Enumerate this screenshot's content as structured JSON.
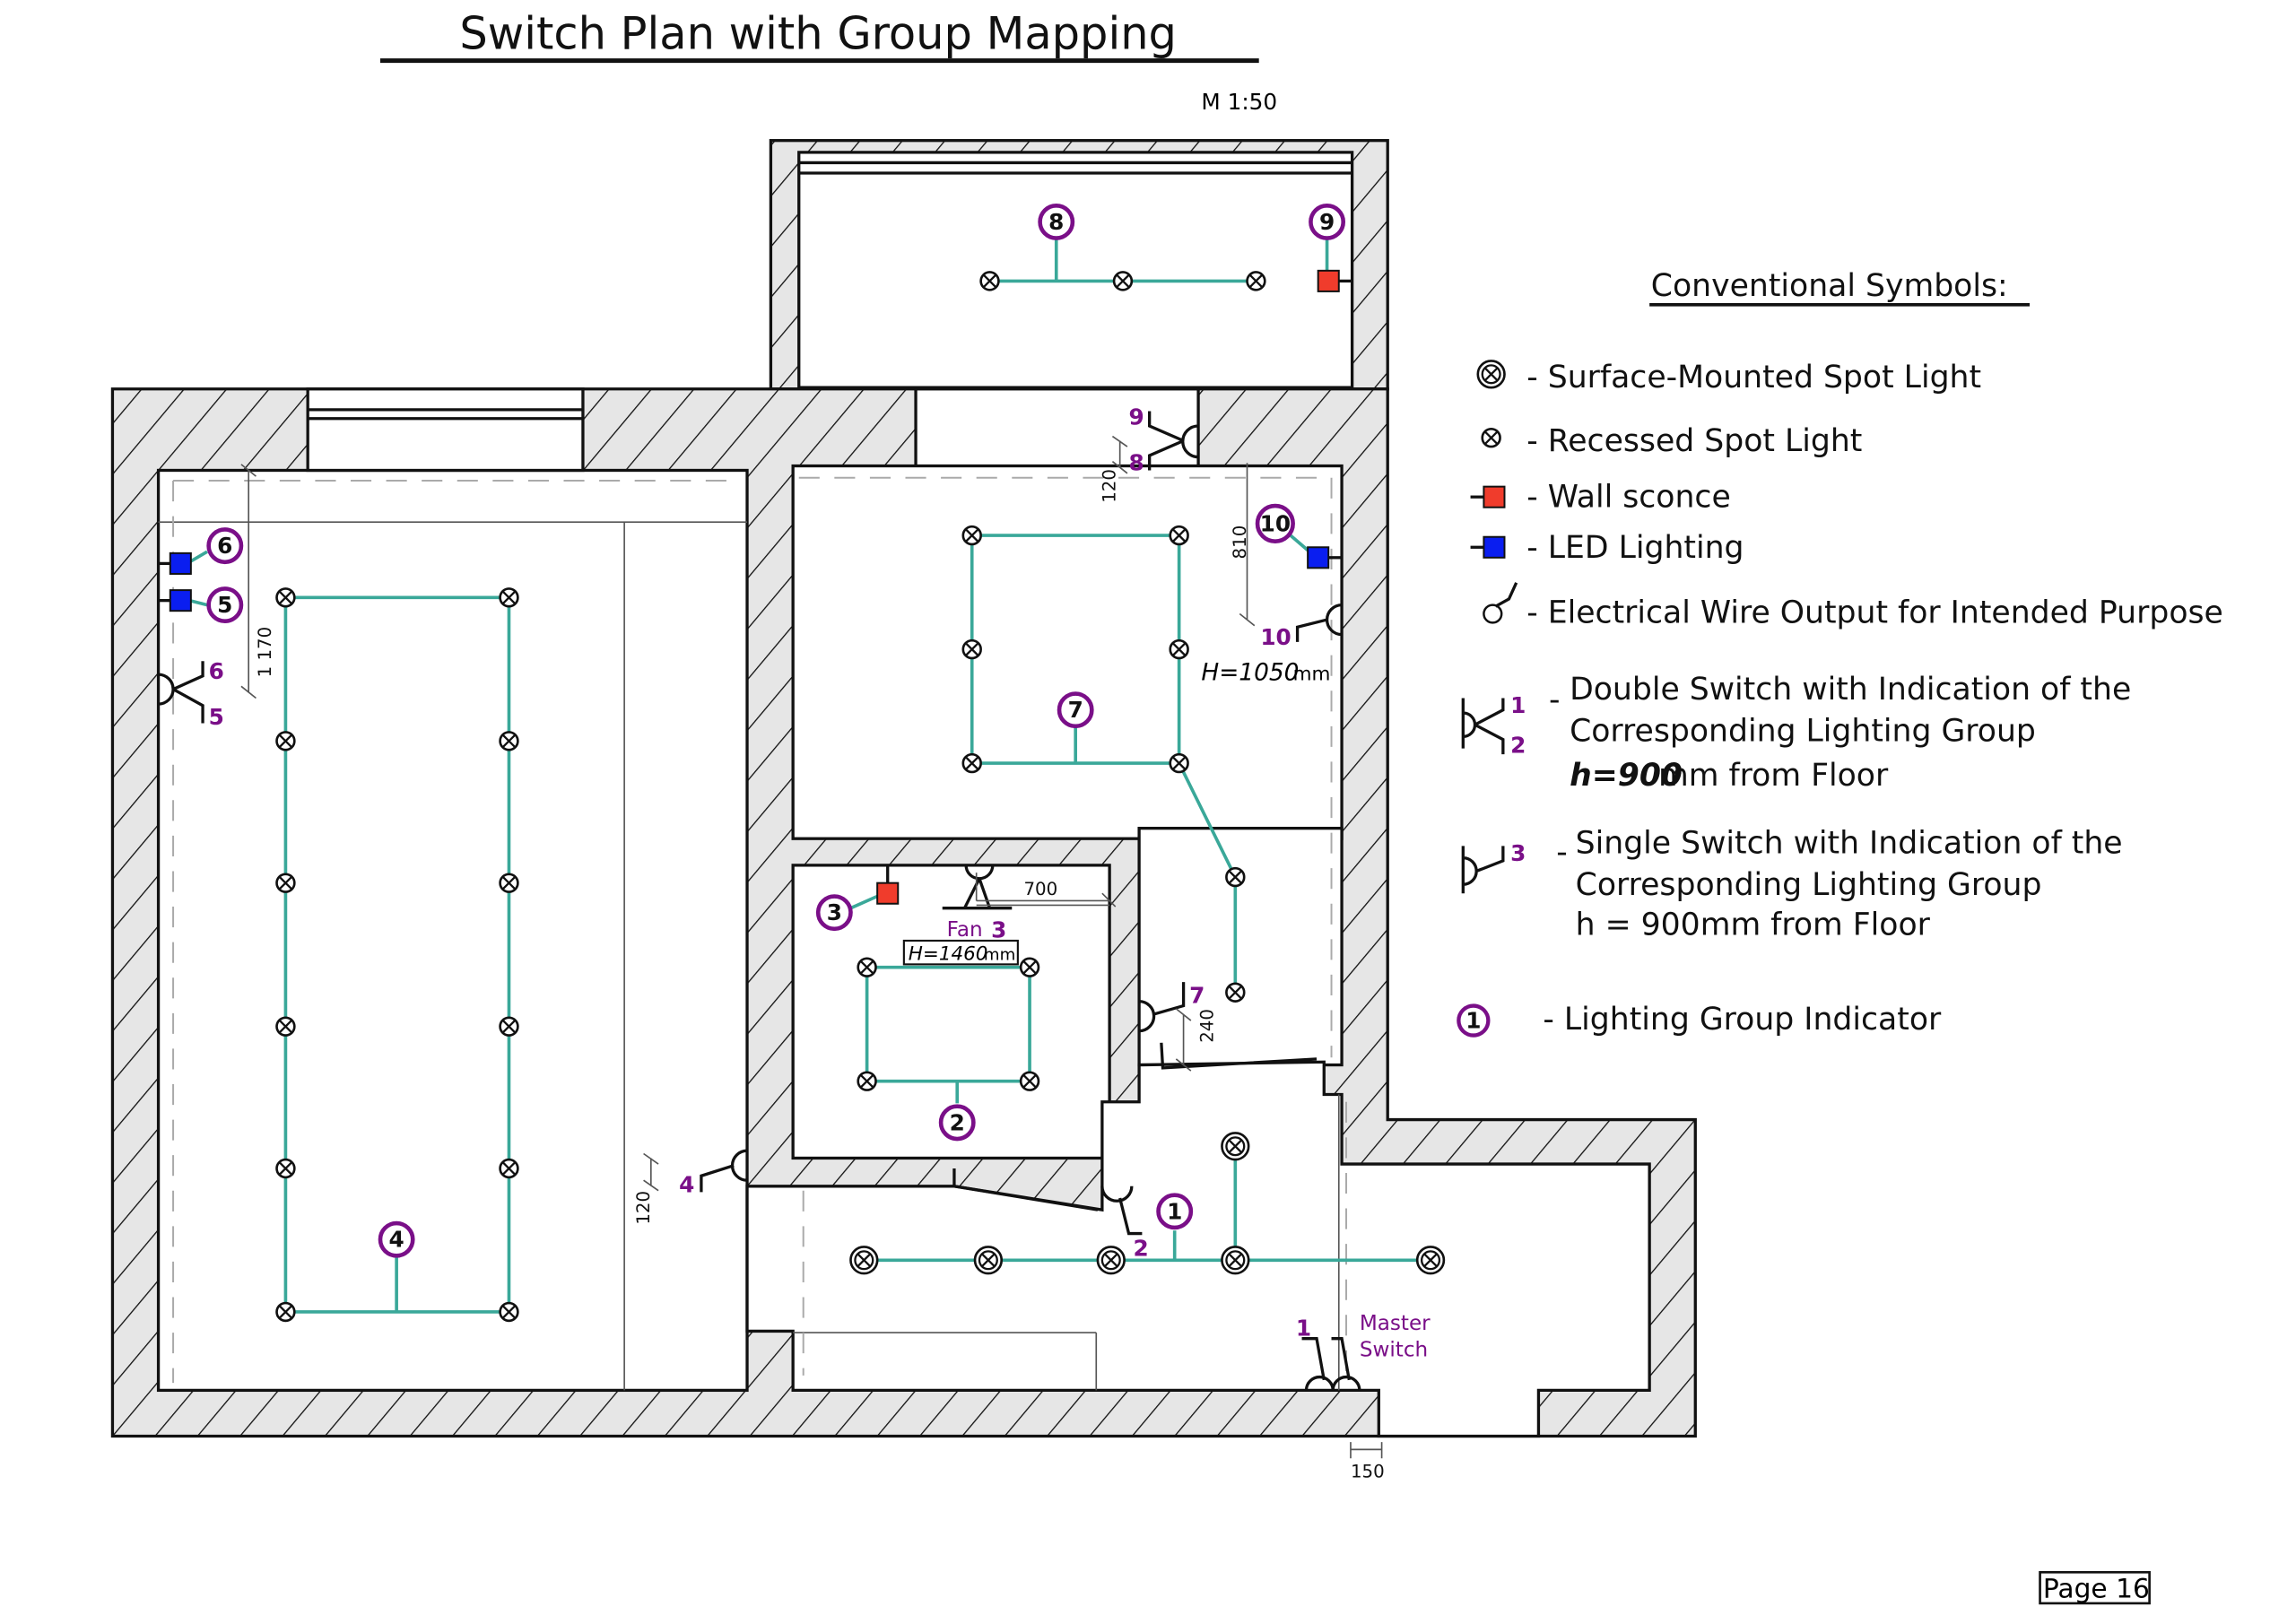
{
  "title": "Switch Plan with Group Mapping",
  "scale": "M 1:50",
  "page_label": "Page 16",
  "colors": {
    "wire": "#3aa899",
    "group_ring": "#7a0f88",
    "switch_label": "#7a0f88",
    "wall_sconce": "#f03c2c",
    "led": "#0a1ef0",
    "wall_fill": "#e6e6e6"
  },
  "legend": {
    "heading": "Conventional Symbols:",
    "items": [
      {
        "icon": "surface-spot-icon",
        "label": "- Surface-Mounted Spot Light"
      },
      {
        "icon": "recessed-spot-icon",
        "label": "- Recessed Spot Light"
      },
      {
        "icon": "wall-sconce-icon",
        "label": "- Wall sconce"
      },
      {
        "icon": "led-icon",
        "label": "- LED Lighting"
      },
      {
        "icon": "wire-output-icon",
        "label": "- Electrical Wire Output for Intended Purpose"
      }
    ],
    "double_switch": {
      "nums": [
        "1",
        "2"
      ],
      "lines": [
        "Double Switch with Indication of the",
        "Corresponding Lighting Group"
      ],
      "height_bold": "h=900",
      "height_rest": "mm from Floor"
    },
    "single_switch": {
      "num": "3",
      "lines": [
        "Single Switch with Indication of the",
        "Corresponding Lighting Group",
        "h = 900mm from Floor"
      ]
    },
    "group_indicator": {
      "num": "1",
      "label": "- Lighting Group Indicator"
    }
  },
  "groups": [
    "1",
    "2",
    "3",
    "4",
    "5",
    "6",
    "7",
    "8",
    "9",
    "10"
  ],
  "switch_labels": {
    "s65": [
      "6",
      "5"
    ],
    "s98": [
      "9",
      "8"
    ],
    "s10": "10",
    "s7": "7",
    "s4": "4",
    "s2": "2",
    "s1": "1",
    "fan": "Fan",
    "fan_num": "3",
    "master": [
      "Master",
      "Switch"
    ]
  },
  "dimensions": {
    "d1170": "1 170",
    "d120a": "120",
    "d810": "810",
    "d700": "700",
    "d240": "240",
    "d120b": "120",
    "d150": "150",
    "h1050_italic": "H=1050",
    "h1050_unit": "mm",
    "h1460_italic": "H=1460",
    "h1460_unit": "mm"
  }
}
